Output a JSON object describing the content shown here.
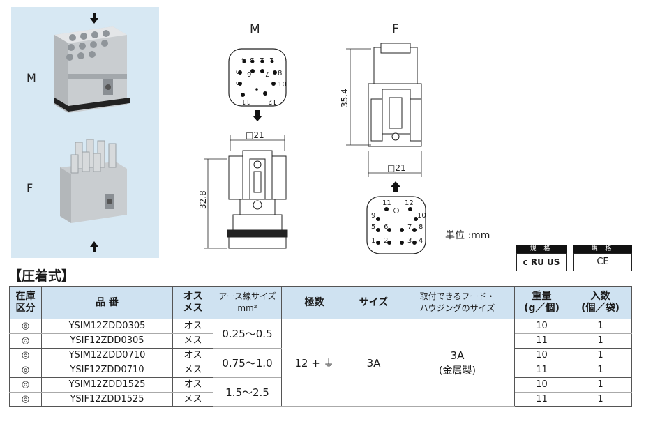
{
  "photos": {
    "m_label": "M",
    "f_label": "F"
  },
  "drawings": {
    "m_title": "M",
    "f_title": "F",
    "m_width": "□21",
    "m_height": "32.8",
    "f_width": "□21",
    "f_height": "35.4",
    "unit": "単位 :mm",
    "m_face_pins": [
      "4",
      "3",
      "2",
      "1",
      "5",
      "6",
      "7",
      "8",
      "9",
      "10",
      "11",
      "12"
    ],
    "f_face_pins": [
      "11",
      "12",
      "9",
      "10",
      "5",
      "6",
      "7",
      "8",
      "1",
      "2",
      "3",
      "4"
    ]
  },
  "badges": [
    {
      "header": "規 格",
      "value": "c RU US"
    },
    {
      "header": "規 格",
      "value": "CE"
    }
  ],
  "section_title": "【圧着式】",
  "table": {
    "headers": {
      "stock": "在庫\n区分",
      "part": "品 番",
      "gender": "オス\nメス",
      "wire": "アース線サイズ\nmm²",
      "poles": "極数",
      "size": "サイズ",
      "hood": "取付できるフード・\nハウジングのサイズ",
      "weight": "重量\n(g／個)",
      "qty": "入数\n(個／袋)"
    },
    "rows": [
      {
        "stock": "◎",
        "part": "YSIM12ZDD0305",
        "gender": "オス",
        "weight": "10",
        "qty": "1"
      },
      {
        "stock": "◎",
        "part": "YSIF12ZDD0305",
        "gender": "メス",
        "weight": "11",
        "qty": "1"
      },
      {
        "stock": "◎",
        "part": "YSIM12ZDD0710",
        "gender": "オス",
        "weight": "10",
        "qty": "1"
      },
      {
        "stock": "◎",
        "part": "YSIF12ZDD0710",
        "gender": "メス",
        "weight": "11",
        "qty": "1"
      },
      {
        "stock": "◎",
        "part": "YSIM12ZDD1525",
        "gender": "オス",
        "weight": "10",
        "qty": "1"
      },
      {
        "stock": "◎",
        "part": "YSIF12ZDD1525",
        "gender": "メス",
        "weight": "11",
        "qty": "1"
      }
    ],
    "wire_sizes": [
      "0.25～0.5",
      "0.75～1.0",
      "1.5～2.5"
    ],
    "poles": "12 + ⏚",
    "size": "3A",
    "hood_size": "3A",
    "hood_material": "(金属製)"
  }
}
